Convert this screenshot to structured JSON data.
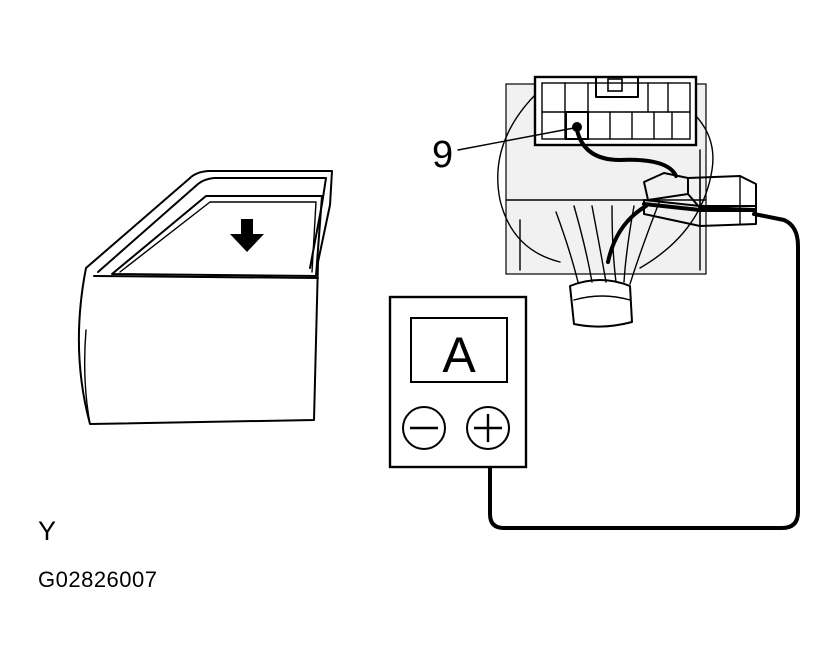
{
  "diagram": {
    "pin_label": "9",
    "meter_display": "A",
    "view_label": "Y",
    "figure_code": "G02826007"
  },
  "icons": {
    "window_arrow": "down-arrow-icon",
    "minus_terminal": "minus-icon",
    "plus_terminal": "plus-icon"
  },
  "colors": {
    "ink": "#000000",
    "background": "#ffffff",
    "shading": "#f1f1f1"
  }
}
